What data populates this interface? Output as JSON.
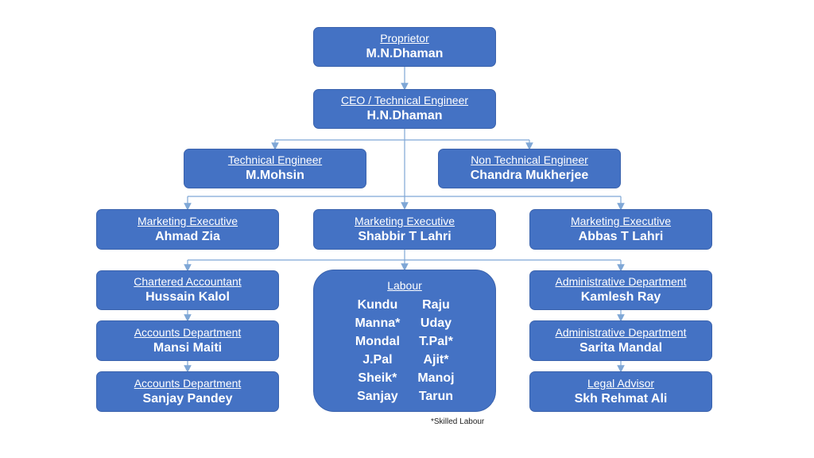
{
  "nodes": {
    "proprietor": {
      "role": "Proprietor",
      "name": "M.N.Dhaman"
    },
    "ceo": {
      "role": "CEO / Technical Engineer",
      "name": "H.N.Dhaman"
    },
    "tech_engineer": {
      "role": "Technical Engineer",
      "name": "M.Mohsin"
    },
    "nontech_engineer": {
      "role": "Non Technical Engineer",
      "name": "Chandra Mukherjee"
    },
    "marketing_1": {
      "role": "Marketing Executive",
      "name": "Ahmad Zia"
    },
    "marketing_2": {
      "role": "Marketing Executive",
      "name": "Shabbir T Lahri"
    },
    "marketing_3": {
      "role": "Marketing Executive",
      "name": "Abbas T Lahri"
    },
    "chartered_accountant": {
      "role": "Chartered Accountant",
      "name": "Hussain Kalol"
    },
    "accounts_1": {
      "role": "Accounts Department",
      "name": "Mansi Maiti"
    },
    "accounts_2": {
      "role": "Accounts Department",
      "name": "Sanjay Pandey"
    },
    "admin_1": {
      "role": "Administrative Department",
      "name": "Kamlesh Ray"
    },
    "admin_2": {
      "role": "Administrative Department",
      "name": "Sarita Mandal"
    },
    "legal": {
      "role": "Legal Advisor",
      "name": "Skh Rehmat Ali"
    }
  },
  "labour": {
    "role": "Labour",
    "left": [
      "Kundu",
      "Manna*",
      "Mondal",
      "J.Pal",
      "Sheik*",
      "Sanjay"
    ],
    "right": [
      "Raju",
      "Uday",
      "T.Pal*",
      "Ajit*",
      "Manoj",
      "Tarun"
    ]
  },
  "note": "*Skilled Labour",
  "colors": {
    "box": "#4472C4",
    "connector": "#7FA7D6"
  }
}
